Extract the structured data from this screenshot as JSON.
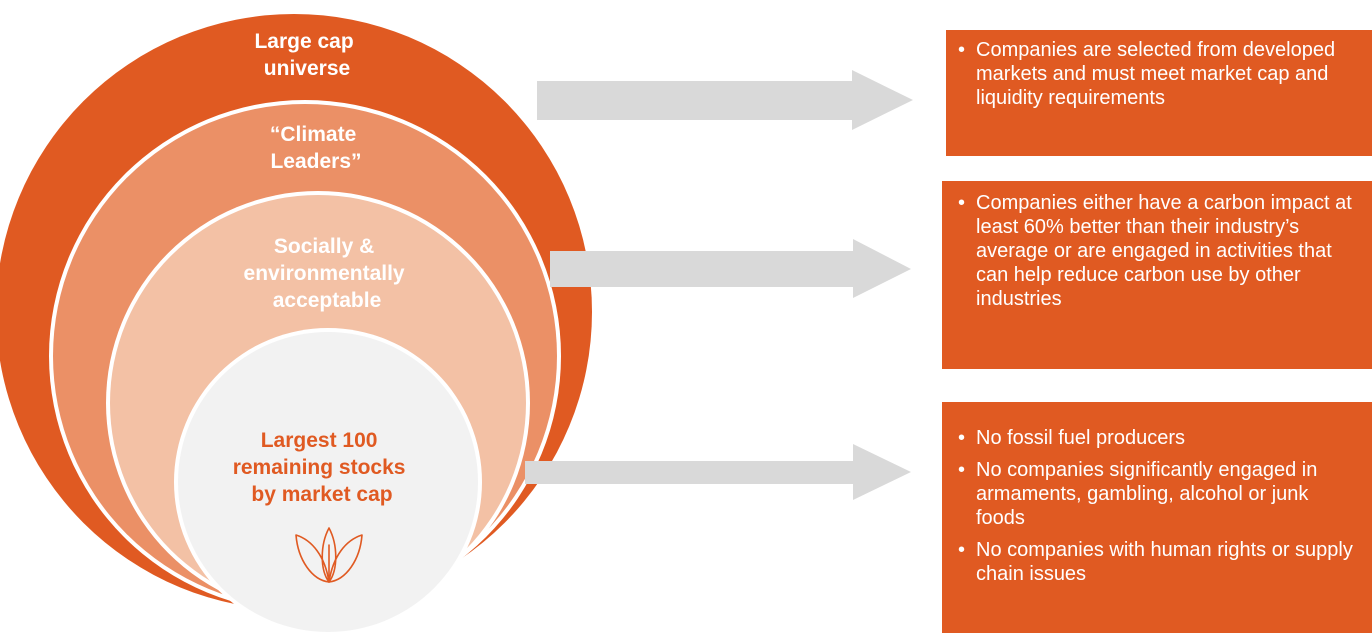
{
  "circles": {
    "universe": {
      "label_lines": [
        "Large cap",
        "universe"
      ]
    },
    "climate": {
      "label_lines": [
        "“Climate",
        "Leaders”"
      ]
    },
    "social": {
      "label_lines": [
        "Socially &",
        "environmentally",
        "acceptable"
      ]
    },
    "core": {
      "label_lines": [
        "Largest 100",
        "remaining stocks",
        "by market cap"
      ],
      "icon": "leaf-icon"
    }
  },
  "boxes": {
    "universe": {
      "items": [
        "Companies are selected from developed markets and must meet market cap and liquidity requirements"
      ]
    },
    "climate": {
      "items": [
        "Companies either have a carbon impact at least 60% better than their industry’s average or are engaged in activities that can help reduce carbon use by other industries"
      ]
    },
    "social": {
      "items": [
        "No fossil fuel producers",
        "No companies significantly engaged in armaments, gambling, alcohol or junk foods",
        "No companies with human rights or supply chain issues"
      ]
    }
  },
  "colors": {
    "outer": "#e05a22",
    "second": "#eb9066",
    "third": "#f3c1a5",
    "core": "#f2f2f2",
    "core_text": "#e05a22",
    "arrow": "#d9d9d9",
    "box": "#e05a22"
  }
}
